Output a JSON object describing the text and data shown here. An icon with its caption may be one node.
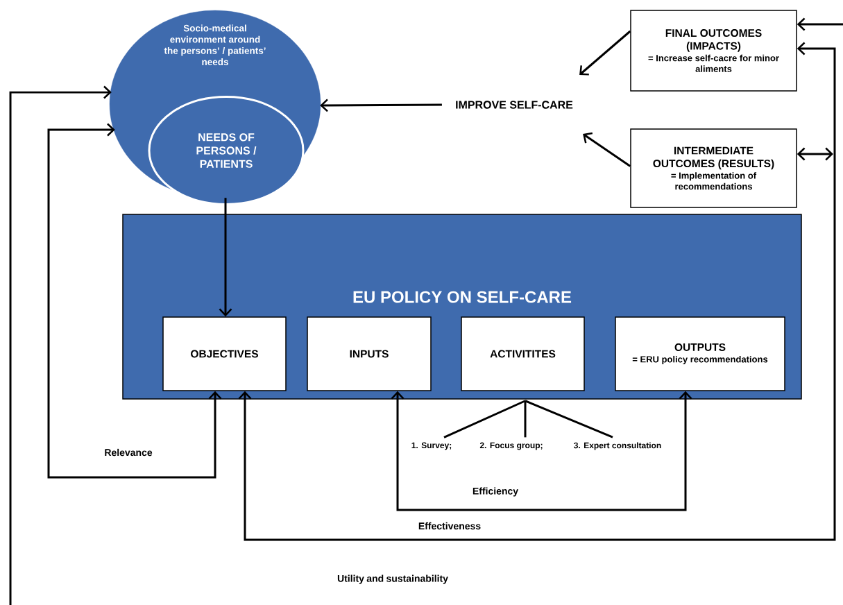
{
  "diagram": {
    "nodes": [
      {
        "text": [
          "Socio-medical environment around the persons’ / patients’ needs"
        ]
      },
      {
        "text": [
          "NEEDS OF PERSONS / PATIENTS"
        ],
        "in": 0
      },
      {
        "text": [
          "IMPROVE SELF-CARE"
        ]
      },
      {
        "text": [
          "FINAL OUTCOMES (IMPACTS)",
          "= Increase self-cacre for minor aliments"
        ]
      },
      {
        "text": [
          "INTERMEDIATE OUTCOMES (RESULTS)",
          "= Implementation of recommendations"
        ]
      },
      {
        "text": [
          "EU POLICY ON SELF-CARE"
        ]
      },
      {
        "text": [
          "OBJECTIVES"
        ],
        "in": 5
      },
      {
        "text": [
          "INPUTS"
        ],
        "in": 5
      },
      {
        "text": [
          "ACTIVITITES"
        ],
        "in": 5
      },
      {
        "text": [
          "OUTPUTS",
          "= ERU policy recommendations"
        ],
        "in": 5
      },
      {
        "text": [
          "1. Survey;"
        ]
      },
      {
        "text": [
          "2. Focus group;"
        ]
      },
      {
        "text": [
          "3. Expert consultation"
        ]
      }
    ],
    "edges": [
      {
        "from": 2,
        "to": 0,
        "arrow": "to"
      },
      {
        "from": 3,
        "to": 2,
        "arrow": "to"
      },
      {
        "from": 4,
        "to": 2,
        "arrow": "to"
      },
      {
        "from": null,
        "to": 3,
        "arrow": "to"
      },
      {
        "from": 0,
        "to": 6,
        "arrow": "to"
      },
      {
        "from": 6,
        "to": 0,
        "arrow": "both",
        "label": "Relevance"
      },
      {
        "from": null,
        "to": 0,
        "arrow": "to"
      },
      {
        "from": 6,
        "to": 3,
        "arrow": "both",
        "label": "Effectiveness"
      },
      {
        "from": 4,
        "to": null,
        "arrow": "both"
      },
      {
        "from": 7,
        "to": 9,
        "arrow": "both",
        "label": "Efficiency"
      },
      {
        "from": 8,
        "to": 10,
        "arrow": "none"
      },
      {
        "from": 8,
        "to": 11,
        "arrow": "none"
      },
      {
        "from": 8,
        "to": 12,
        "arrow": "none"
      }
    ],
    "labels": [
      "Utility and sustainability"
    ]
  }
}
